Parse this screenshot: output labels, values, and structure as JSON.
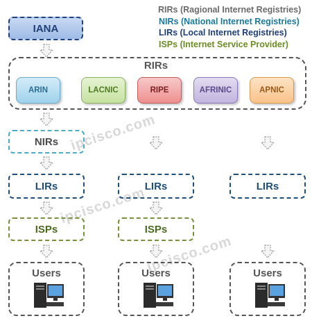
{
  "legend": {
    "rirs": "RIRs (Ragional Internet Registries)",
    "nirs": "NIRs (National Internet Registries)",
    "lirs": "LIRs (Local Internet Registries)",
    "isps": "ISPs (Internet Service Provider)"
  },
  "iana": "IANA",
  "rirs_title": "RIRs",
  "rirs": [
    "ARIN",
    "LACNIC",
    "RIPE",
    "AFRINIC",
    "APNIC"
  ],
  "nirs": "NIRs",
  "lirs": [
    "LIRs",
    "LIRs",
    "LIRs"
  ],
  "isps": [
    "ISPs",
    "ISPs"
  ],
  "users": [
    "Users",
    "Users",
    "Users"
  ],
  "watermark": "ipcisco.com",
  "colors": {
    "rirs_text": "#6b6b6b",
    "nirs_text": "#1b7a9c",
    "lirs_text": "#1f3f77",
    "isps_text": "#6b8e23"
  },
  "icons": [
    "down-arrow-icon",
    "computer-icon"
  ]
}
